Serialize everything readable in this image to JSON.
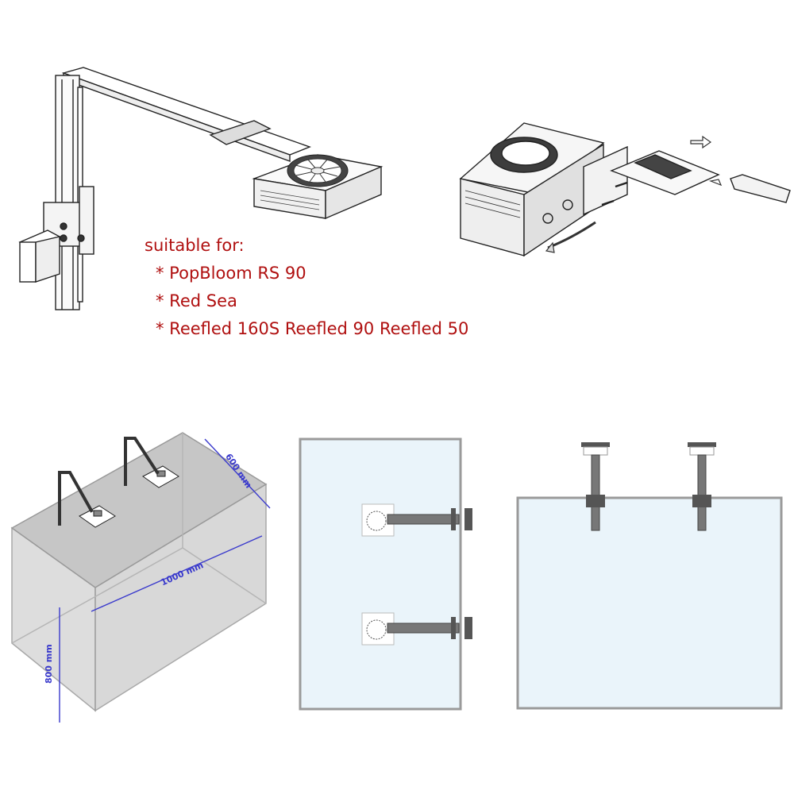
{
  "compatibility": {
    "heading": "suitable for:",
    "items": [
      "* PopBloom RS 90",
      "* Red Sea",
      "* Reefled 160S Reefled 90 Reefled 50"
    ]
  },
  "dimensions": {
    "length": "1000 mm",
    "depth": "600 mm",
    "height": "800 mm"
  },
  "colors": {
    "text_accent": "#b01010",
    "dimension_line": "#3a3acc",
    "tank_glass": "#c8e4f2",
    "tank_border": "#9a9a9a",
    "bracket": "#555555"
  }
}
